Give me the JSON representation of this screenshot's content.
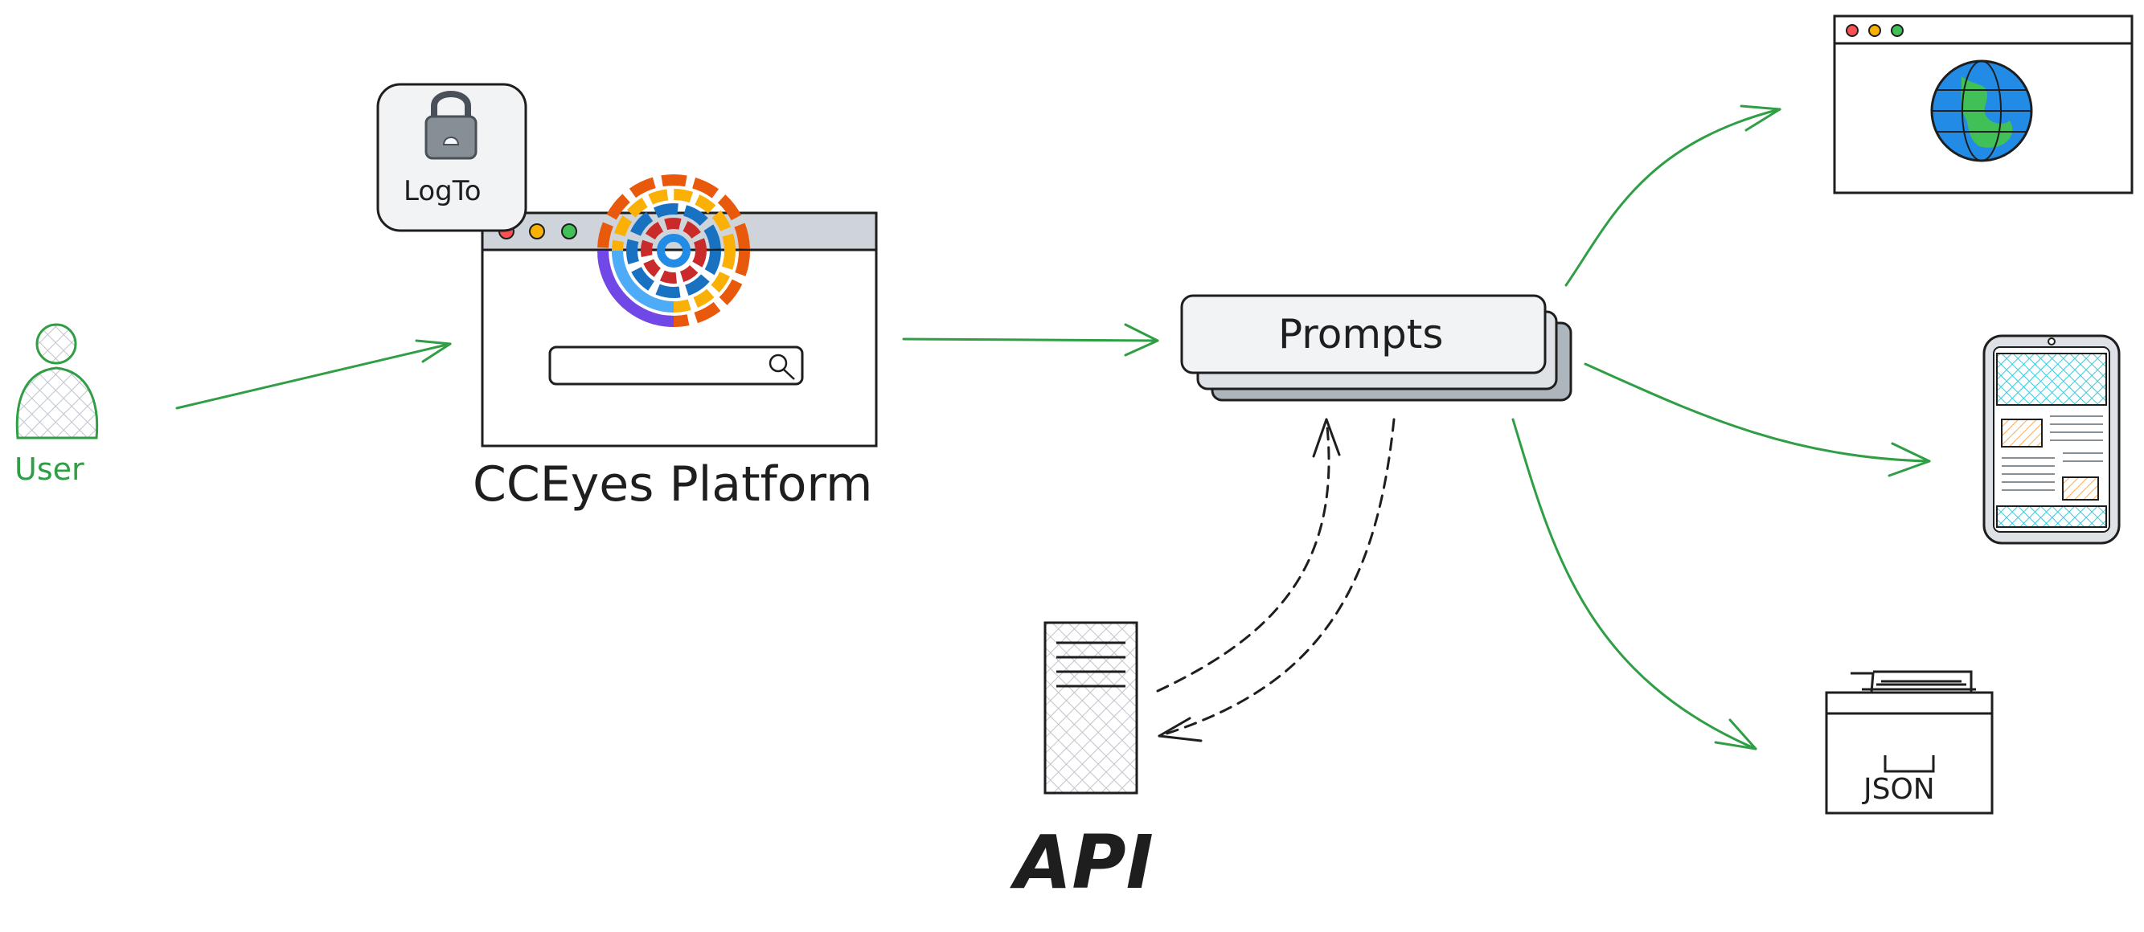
{
  "diagram": {
    "nodes": {
      "user": {
        "label": "User",
        "icon": "user-icon"
      },
      "logto": {
        "label": "LogTo",
        "icon": "lock-icon"
      },
      "platform": {
        "label": "CCEyes Platform",
        "icon": "browser-window-icon"
      },
      "prompts": {
        "label": "Prompts"
      },
      "api": {
        "label": "API",
        "icon": "server-icon"
      },
      "web": {
        "icon": "globe-browser-icon"
      },
      "mobile": {
        "icon": "mobile-phone-icon"
      },
      "json": {
        "label": "JSON",
        "icon": "archive-box-icon"
      }
    },
    "edges": [
      {
        "from": "user",
        "to": "platform",
        "style": "solid"
      },
      {
        "from": "platform",
        "to": "prompts",
        "style": "solid"
      },
      {
        "from": "prompts",
        "to": "web",
        "style": "solid"
      },
      {
        "from": "prompts",
        "to": "mobile",
        "style": "solid"
      },
      {
        "from": "prompts",
        "to": "json",
        "style": "solid"
      },
      {
        "from": "api",
        "to": "prompts",
        "style": "dashed"
      },
      {
        "from": "prompts",
        "to": "api",
        "style": "dashed"
      }
    ]
  },
  "colors": {
    "arrow_green": "#2f9e44",
    "stroke": "#1e1e1e",
    "hatch_grey": "#bfc4cc",
    "prompt_box_fill": "#f1f3f5",
    "prompt_shadow": "#adb5bd",
    "globe_blue": "#228be6",
    "globe_green": "#40c057",
    "mobile_cyan": "#66d9e8",
    "mobile_orange": "#ffc078",
    "lock_grey": "#868e96",
    "dot_red": "#fa5252",
    "dot_yellow": "#fab005",
    "dot_green": "#40c057"
  }
}
